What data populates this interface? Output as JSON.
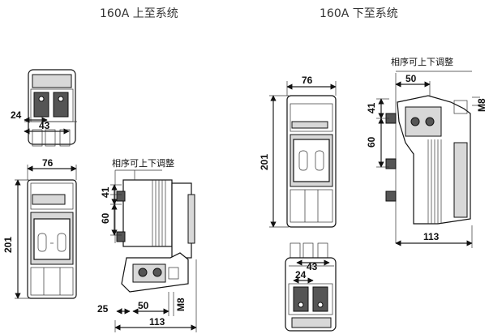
{
  "headers": {
    "left": "160A 上至系统",
    "right": "160A 下至系统"
  },
  "left_system": {
    "top_view": {
      "dim_24": "24",
      "dim_43": "43"
    },
    "front_view": {
      "dim_76": "76",
      "dim_201": "201"
    },
    "side_view": {
      "adjust_label": "相序可上下调整",
      "dim_41": "41",
      "dim_60": "60",
      "dim_25": "25",
      "dim_50": "50",
      "dim_m8": "M8",
      "dim_113": "113"
    }
  },
  "right_system": {
    "front_view": {
      "dim_76": "76",
      "dim_201": "201"
    },
    "side_view": {
      "adjust_label": "相序可上下调整",
      "dim_50": "50",
      "dim_m8": "M8",
      "dim_41": "41",
      "dim_60": "60",
      "dim_113": "113"
    },
    "bottom_view": {
      "dim_43": "43",
      "dim_24": "24"
    }
  }
}
